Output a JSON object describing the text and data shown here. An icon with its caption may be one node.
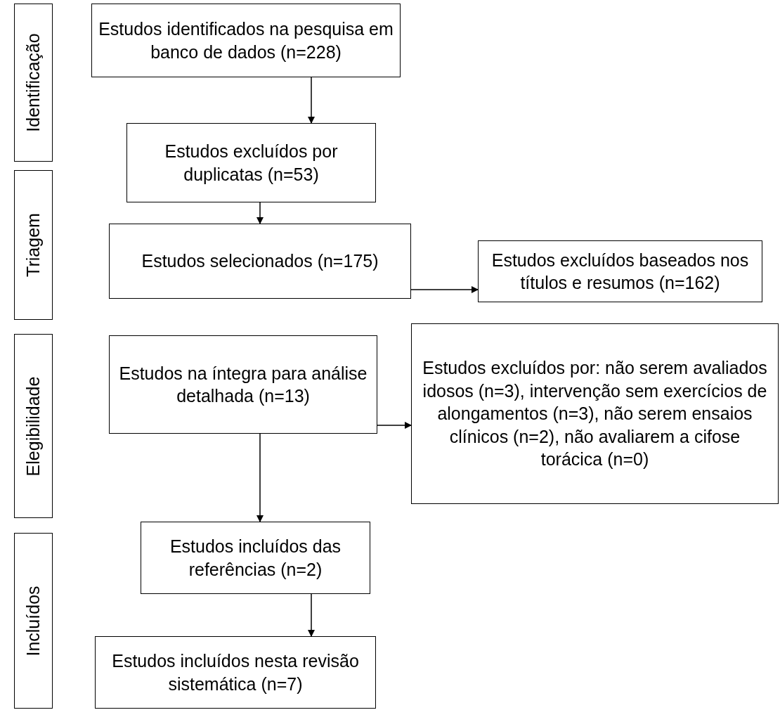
{
  "diagram": {
    "nodes": [
      {
        "text": [
          "Identificação"
        ]
      },
      {
        "text": [
          "Triagem"
        ]
      },
      {
        "text": [
          "Elegibilidade"
        ]
      },
      {
        "text": [
          "Incluídos"
        ]
      },
      {
        "text": [
          "Estudos identificados na pesquisa em banco de dados (n=228)"
        ]
      },
      {
        "text": [
          "Estudos excluídos por duplicatas (n=53)"
        ]
      },
      {
        "text": [
          "Estudos selecionados (n=175)"
        ]
      },
      {
        "text": [
          "Estudos excluídos baseados nos títulos e resumos (n=162)"
        ]
      },
      {
        "text": [
          "Estudos na íntegra para análise detalhada (n=13)"
        ]
      },
      {
        "text": [
          "Estudos excluídos por: não serem avaliados idosos (n=3), intervenção sem exercícios de alongamentos (n=3), não serem ensaios clínicos (n=2), não avaliarem a cifose torácica (n=0)"
        ]
      },
      {
        "text": [
          "Estudos incluídos das referências (n=2)"
        ]
      },
      {
        "text": [
          "Estudos incluídos nesta revisão sistemática (n=7)"
        ]
      }
    ],
    "edges": [
      {
        "from": 4,
        "to": 5,
        "arrow": "to"
      },
      {
        "from": 5,
        "to": 6,
        "arrow": "to"
      },
      {
        "from": 6,
        "to": 7,
        "arrow": "to"
      },
      {
        "from": 8,
        "to": 9,
        "arrow": "to"
      },
      {
        "from": 8,
        "to": 10,
        "arrow": "to"
      },
      {
        "from": 10,
        "to": 11,
        "arrow": "to"
      }
    ]
  }
}
